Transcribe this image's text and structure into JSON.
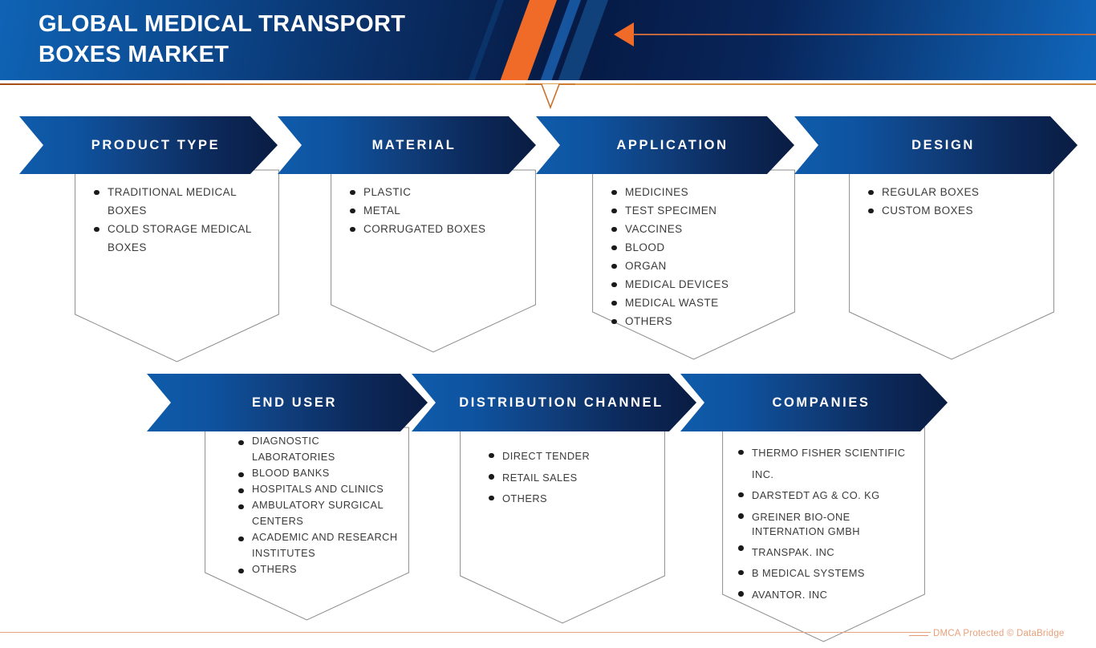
{
  "header": {
    "title": "GLOBAL MEDICAL TRANSPORT BOXES MARKET",
    "title_line1": "GLOBAL MEDICAL TRANSPORT",
    "title_line2": "BOXES MARKET",
    "accent_orange": "#ef6b27",
    "navy_dark": "#061a44",
    "blue_mid": "#0f63b5"
  },
  "segments": {
    "row1": [
      {
        "title": "PRODUCT TYPE",
        "items": [
          "TRADITIONAL MEDICAL BOXES",
          "COLD STORAGE MEDICAL BOXES"
        ]
      },
      {
        "title": "MATERIAL",
        "items": [
          "PLASTIC",
          "METAL",
          "CORRUGATED BOXES"
        ]
      },
      {
        "title": "APPLICATION",
        "items": [
          "MEDICINES",
          "TEST SPECIMEN",
          "VACCINES",
          "BLOOD",
          "ORGAN",
          "MEDICAL DEVICES",
          "MEDICAL WASTE",
          "OTHERS"
        ]
      },
      {
        "title": "DESIGN",
        "items": [
          "REGULAR BOXES",
          "CUSTOM BOXES"
        ]
      }
    ],
    "row2": [
      {
        "title": "END USER",
        "items": [
          "DIAGNOSTIC LABORATORIES",
          "BLOOD BANKS",
          "HOSPITALS AND CLINICS",
          "AMBULATORY SURGICAL CENTERS",
          "ACADEMIC AND RESEARCH INSTITUTES",
          "OTHERS"
        ]
      },
      {
        "title": "DISTRIBUTION CHANNEL",
        "items": [
          "DIRECT TENDER",
          "RETAIL SALES",
          "OTHERS"
        ]
      },
      {
        "title": "COMPANIES",
        "items": [
          "THERMO FISHER SCIENTIFIC INC.",
          "DARSTEDT AG & CO. KG",
          "GREINER BIO-ONE INTERNATION GMBH",
          "TRANSPAK. INC",
          "B MEDICAL SYSTEMS",
          "AVANTOR. INC"
        ]
      }
    ]
  },
  "footer": {
    "watermark": "DMCA Protected © DataBridge",
    "color": "#e9a07a"
  }
}
